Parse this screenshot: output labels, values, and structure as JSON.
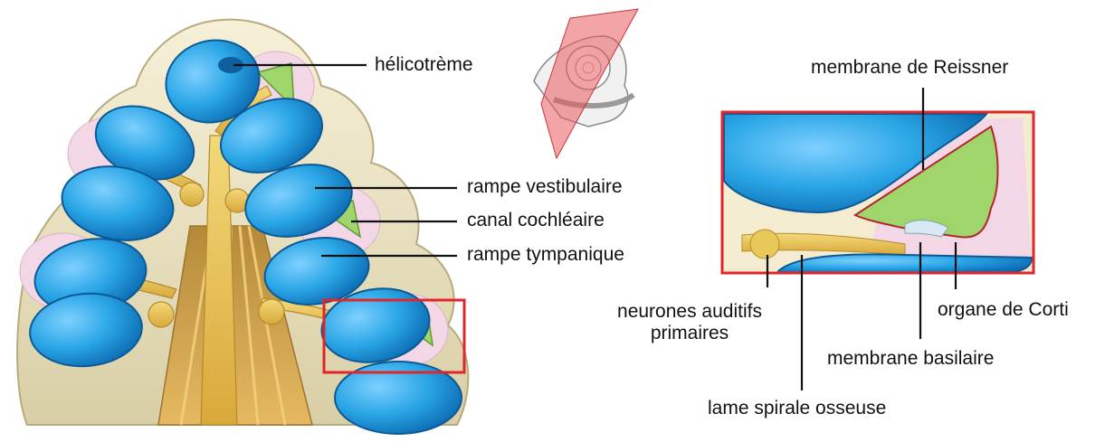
{
  "labels": {
    "helicotreme": "hélicotrème",
    "rampe_vestibulaire": "rampe vestibulaire",
    "canal_cochleaire": "canal cochléaire",
    "rampe_tympanique": "rampe tympanique",
    "membrane_reissner": "membrane de Reissner",
    "neurones_line1": "neurones auditifs",
    "neurones_line2": "primaires",
    "organe_corti": "organe de Corti",
    "membrane_basilaire": "membrane basilaire",
    "lame_spirale": "lame spirale osseuse"
  },
  "colors": {
    "scala_blue": "#2aa6e6",
    "scala_blue_dark": "#0f6fb6",
    "cochlear_duct_green": "#9fd56a",
    "bone_beige": "#efe7c8",
    "nerve_yellow": "#e9c85a",
    "membrane_pink": "#f3d7e6",
    "highlight_red": "#e0262b"
  }
}
